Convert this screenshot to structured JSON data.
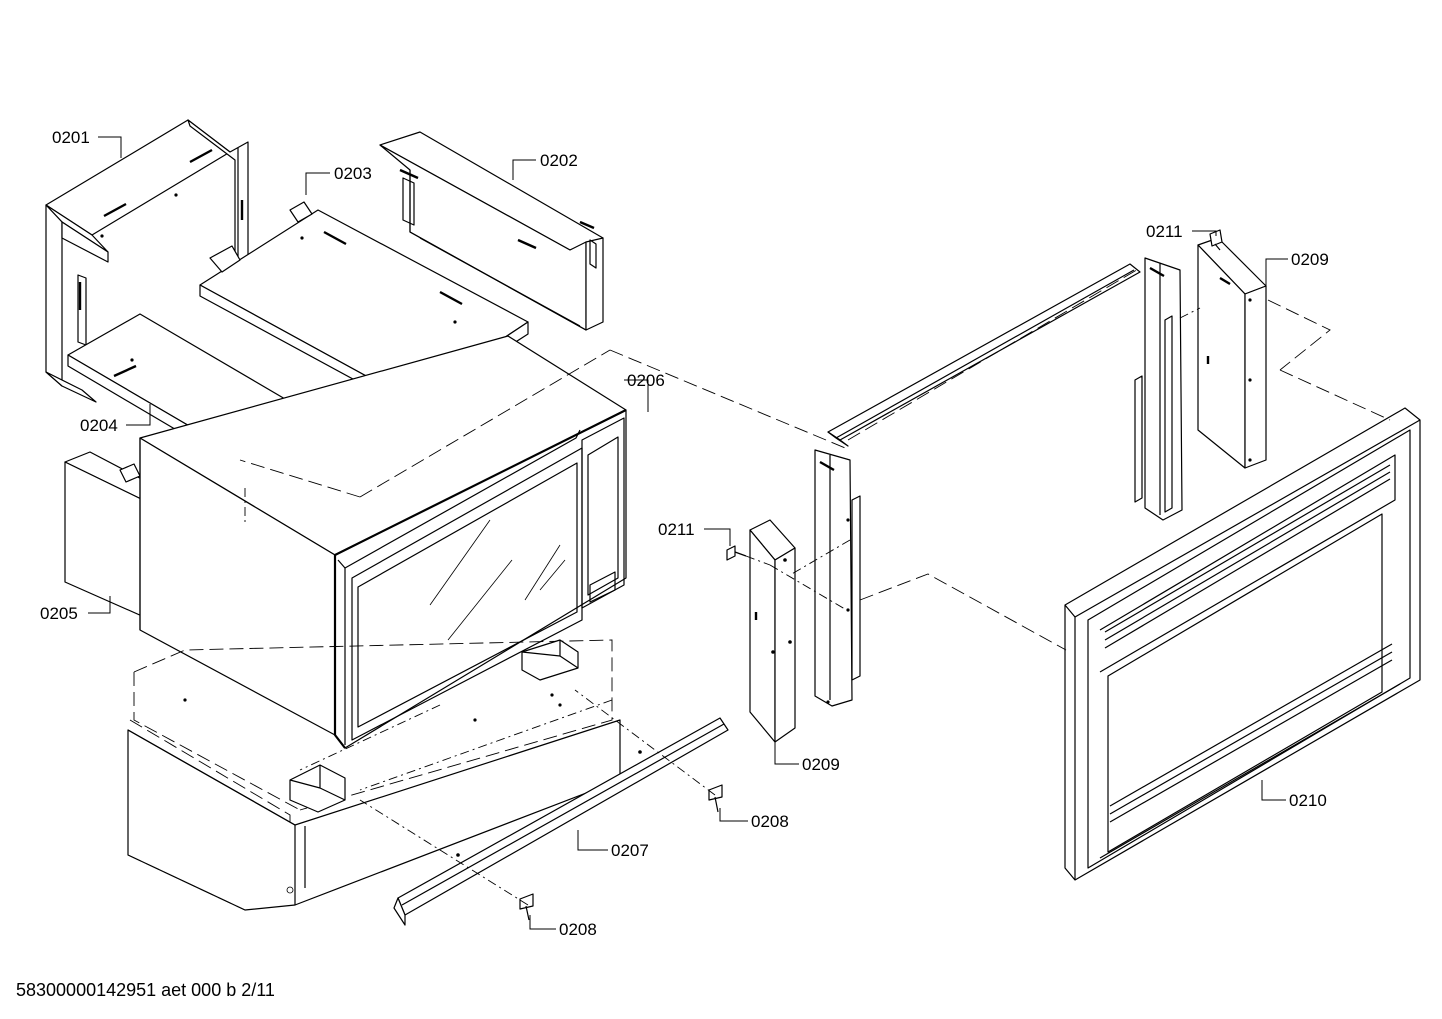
{
  "diagram": {
    "footer_text": "58300000142951 aet 000 b 2/11",
    "part_labels": {
      "p0201": "0201",
      "p0202": "0202",
      "p0203": "0203",
      "p0204": "0204",
      "p0205": "0205",
      "p0206": "0206",
      "p0207": "0207",
      "p0208_upper": "0208",
      "p0208_lower": "0208",
      "p0209_left": "0209",
      "p0209_right": "0209",
      "p0210": "0210",
      "p0211_left": "0211",
      "p0211_right": "0211"
    }
  }
}
